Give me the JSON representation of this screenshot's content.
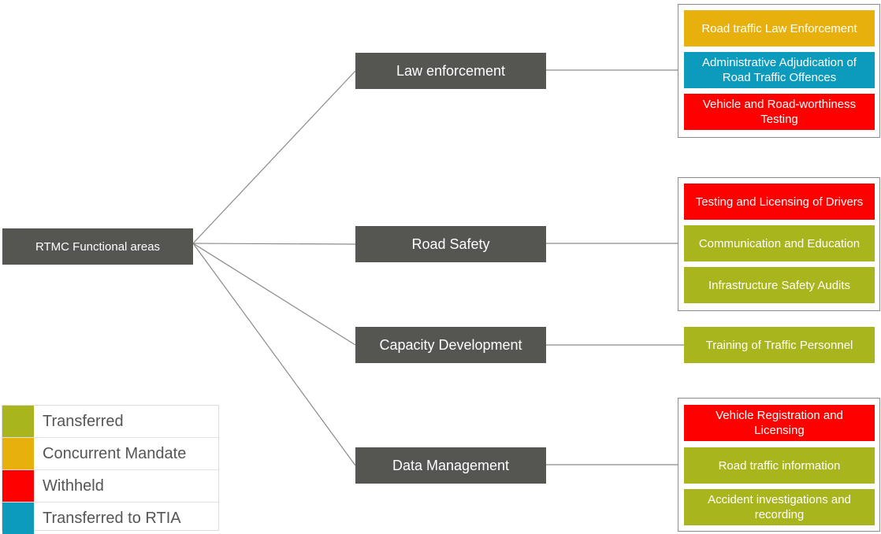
{
  "colors": {
    "transferred": "#a9b51d",
    "concurrent": "#e8b00c",
    "withheld": "#ff0000",
    "transferred_rtia": "#0d9bbd",
    "node": "#555552"
  },
  "root": {
    "label": "RTMC Functional areas"
  },
  "areas": [
    {
      "label": "Law enforcement",
      "items": [
        {
          "label": "Road traffic Law Enforcement",
          "status": "concurrent"
        },
        {
          "label": "Administrative Adjudication of Road Traffic Offences",
          "status": "transferred_rtia"
        },
        {
          "label": "Vehicle and Road-worthiness Testing",
          "status": "withheld"
        }
      ]
    },
    {
      "label": "Road Safety",
      "items": [
        {
          "label": "Testing and Licensing of Drivers",
          "status": "withheld"
        },
        {
          "label": "Communication and Education",
          "status": "transferred"
        },
        {
          "label": "Infrastructure Safety Audits",
          "status": "transferred"
        }
      ]
    },
    {
      "label": "Capacity Development",
      "items": [
        {
          "label": "Training of Traffic Personnel",
          "status": "transferred"
        }
      ]
    },
    {
      "label": "Data Management",
      "items": [
        {
          "label": "Vehicle Registration and Licensing",
          "status": "withheld"
        },
        {
          "label": "Road traffic information",
          "status": "transferred"
        },
        {
          "label": "Accident investigations and recording",
          "status": "transferred"
        }
      ]
    }
  ],
  "legend": [
    {
      "label": "Transferred",
      "status": "transferred"
    },
    {
      "label": "Concurrent Mandate",
      "status": "concurrent"
    },
    {
      "label": "Withheld",
      "status": "withheld"
    },
    {
      "label": "Transferred to RTIA",
      "status": "transferred_rtia"
    }
  ]
}
